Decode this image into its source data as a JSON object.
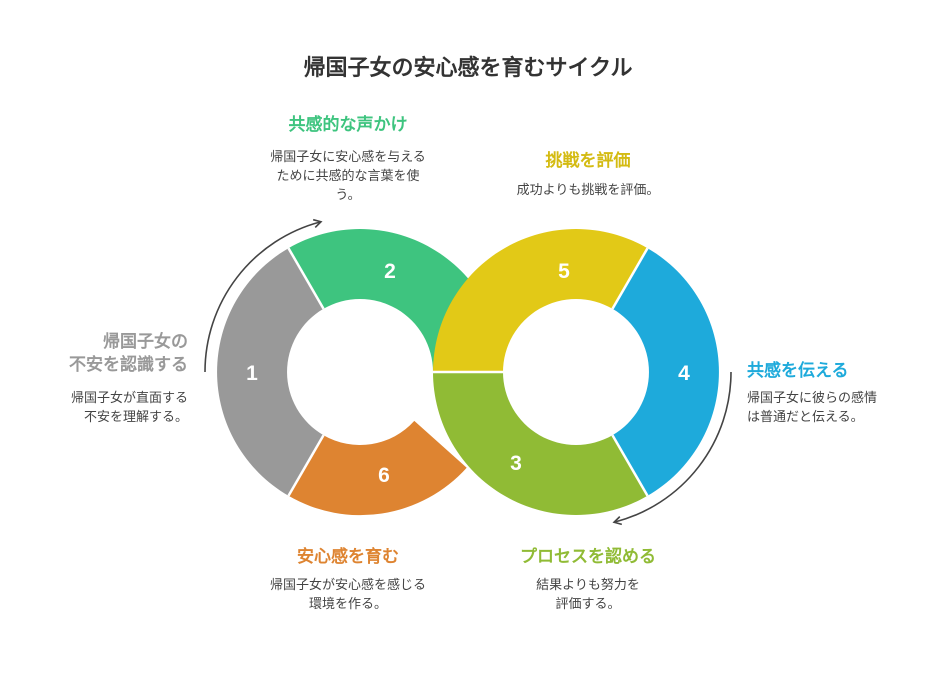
{
  "title": "帰国子女の安心感を育むサイクル",
  "colors": {
    "gray": "#999999",
    "green": "#3ec47f",
    "yellow": "#e2c917",
    "blue": "#1eaadb",
    "lime": "#90bb35",
    "orange": "#de8431"
  },
  "steps": [
    {
      "number": "1",
      "title": "帰国子女の不安を認識する",
      "title_lines": [
        "帰国子女の",
        "不安を認識する"
      ],
      "desc_lines": [
        "帰国子女が直面する",
        "不安を理解する。"
      ]
    },
    {
      "number": "2",
      "title": "共感的な声かけ",
      "desc_lines": [
        "帰国子女に安心感を与える",
        "ために共感的な言葉を使",
        "う。"
      ]
    },
    {
      "number": "3",
      "title": "プロセスを認める",
      "desc_lines": [
        "結果よりも努力を",
        "評価する。"
      ]
    },
    {
      "number": "4",
      "title": "共感を伝える",
      "desc_lines": [
        "帰国子女に彼らの感情",
        "は普通だと伝える。"
      ]
    },
    {
      "number": "5",
      "title": "挑戦を評価",
      "desc_lines": [
        "成功よりも挑戦を評価。"
      ]
    },
    {
      "number": "6",
      "title": "安心感を育む",
      "desc_lines": [
        "帰国子女が安心感を感じる",
        "環境を作る。"
      ]
    }
  ]
}
